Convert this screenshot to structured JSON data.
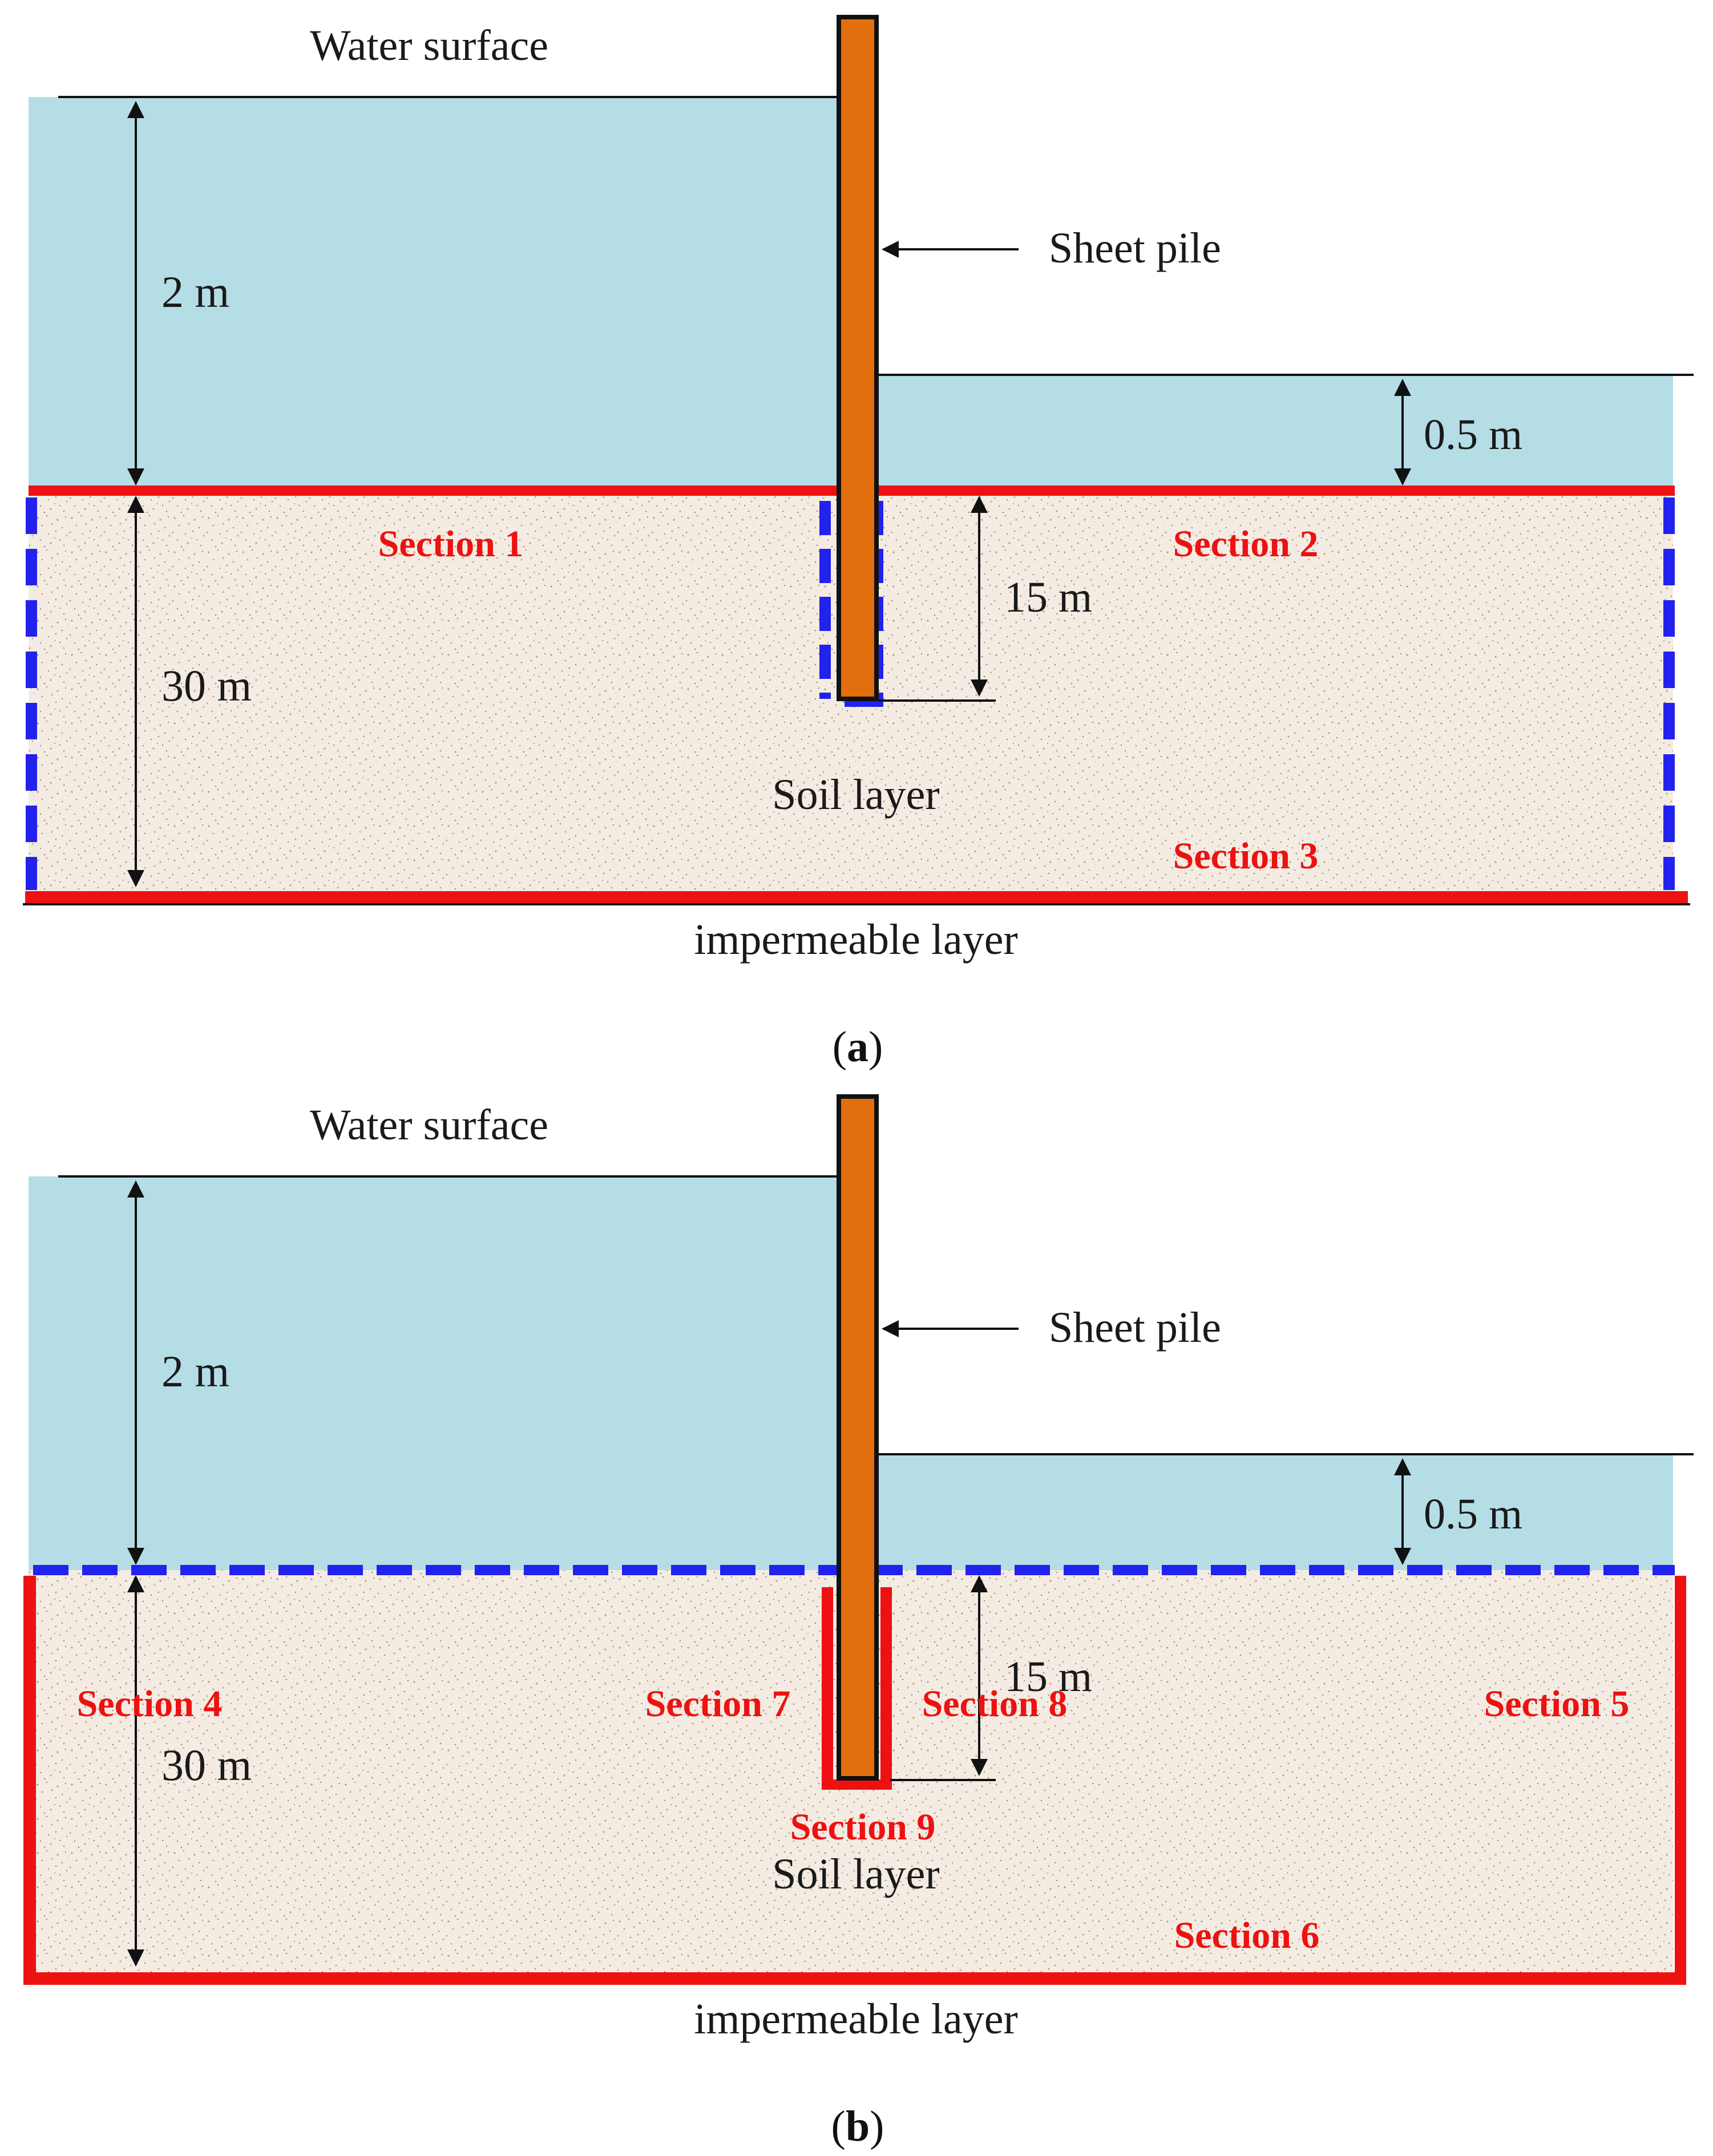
{
  "colors": {
    "water": "#b5dde6",
    "soil_base": "#f4ece3",
    "pile": "#e26e0e",
    "red_boundary": "#ee1111",
    "blue_boundary": "#2222ee",
    "text": "#1a1a1a"
  },
  "panels": [
    {
      "id": "a",
      "caption": "a",
      "labels": {
        "water_surface": "Water surface",
        "sheet_pile": "Sheet pile",
        "depth_2m": "2 m",
        "depth_05m": "0.5 m",
        "depth_15m": "15 m",
        "depth_30m": "30 m",
        "soil_layer": "Soil layer",
        "impermeable_layer": "impermeable layer"
      },
      "sections": {
        "s1": "Section 1",
        "s2": "Section 2",
        "s3": "Section 3"
      }
    },
    {
      "id": "b",
      "caption": "b",
      "labels": {
        "water_surface": "Water surface",
        "sheet_pile": "Sheet pile",
        "depth_2m": "2 m",
        "depth_05m": "0.5 m",
        "depth_15m": "15 m",
        "depth_30m": "30 m",
        "soil_layer": "Soil layer",
        "impermeable_layer": "impermeable layer"
      },
      "sections": {
        "s4": "Section 4",
        "s5": "Section 5",
        "s6": "Section 6",
        "s7": "Section 7",
        "s8": "Section 8",
        "s9": "Section 9"
      }
    }
  ]
}
